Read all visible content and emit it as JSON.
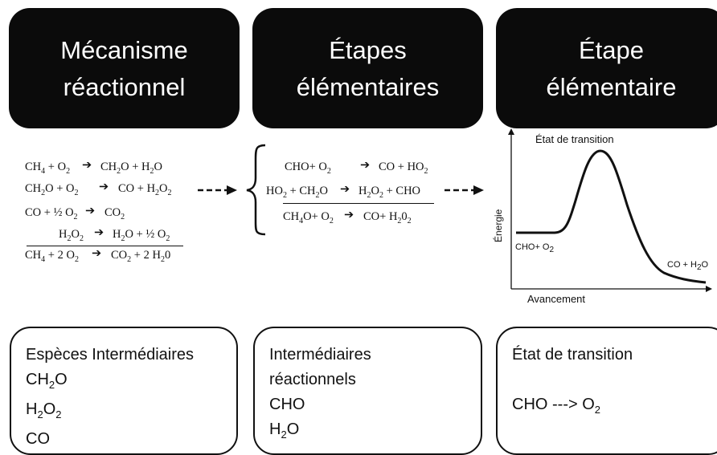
{
  "headers": [
    {
      "line1": "Mécanisme",
      "line2": "réactionnel"
    },
    {
      "line1": "Étapes",
      "line2": "élémentaires"
    },
    {
      "line1": "Étape",
      "line2": "élémentaire"
    }
  ],
  "mechanism": {
    "eq1": {
      "lhs_html": "CH<sub>4</sub> + O<sub>2</sub>",
      "rhs_html": "CH<sub>2</sub>O + H<sub>2</sub>O"
    },
    "eq2": {
      "lhs_html": "CH<sub>2</sub>O + O<sub>2</sub>",
      "rhs_html": "CO + H<sub>2</sub>O<sub>2</sub>"
    },
    "eq3": {
      "lhs_html": "CO + ½ O<sub>2</sub>",
      "rhs_html": "CO<sub>2</sub>"
    },
    "eq4": {
      "lhs_html": "H<sub>2</sub>O<sub>2</sub>",
      "rhs_html": "H<sub>2</sub>O + ½ O<sub>2</sub>"
    },
    "total": {
      "lhs_html": "CH<sub>4</sub> + 2 O<sub>2</sub>",
      "rhs_html": "CO<sub>2</sub> + 2 H<sub>2</sub>0"
    }
  },
  "steps": {
    "eq1": {
      "lhs_html": "CHO+ O<sub>2</sub>",
      "rhs_html": "CO + HO<sub>2</sub>"
    },
    "eq2": {
      "lhs_html": "HO<sub>2</sub> + CH<sub>2</sub>O",
      "rhs_html": "H<sub>2</sub>O<sub>2</sub> + CHO"
    },
    "total": {
      "lhs_html": "CH<sub>4</sub>O+ O<sub>2</sub>",
      "rhs_html": "CO+ H<sub>2</sub>0<sub>2</sub>"
    }
  },
  "energy_diagram": {
    "peak_label": "État de transition",
    "y_axis_label": "Énergie",
    "x_axis_label": "Avancement",
    "reactants_html": "CHO+ O<sub>2</sub>",
    "products_html": "CO + H<sub>2</sub>O"
  },
  "boxes": [
    {
      "lines_html": [
        "Espèces Intermédiaires",
        "CH<sub>2</sub>O",
        "H<sub>2</sub>O<sub>2</sub>",
        "CO"
      ]
    },
    {
      "lines_html": [
        "Intermédiaires",
        "réactionnels",
        "CHO",
        "H<sub>2</sub>O"
      ]
    },
    {
      "lines_html": [
        "État de transition",
        "",
        "CHO ---> O<sub>2</sub>"
      ]
    }
  ]
}
